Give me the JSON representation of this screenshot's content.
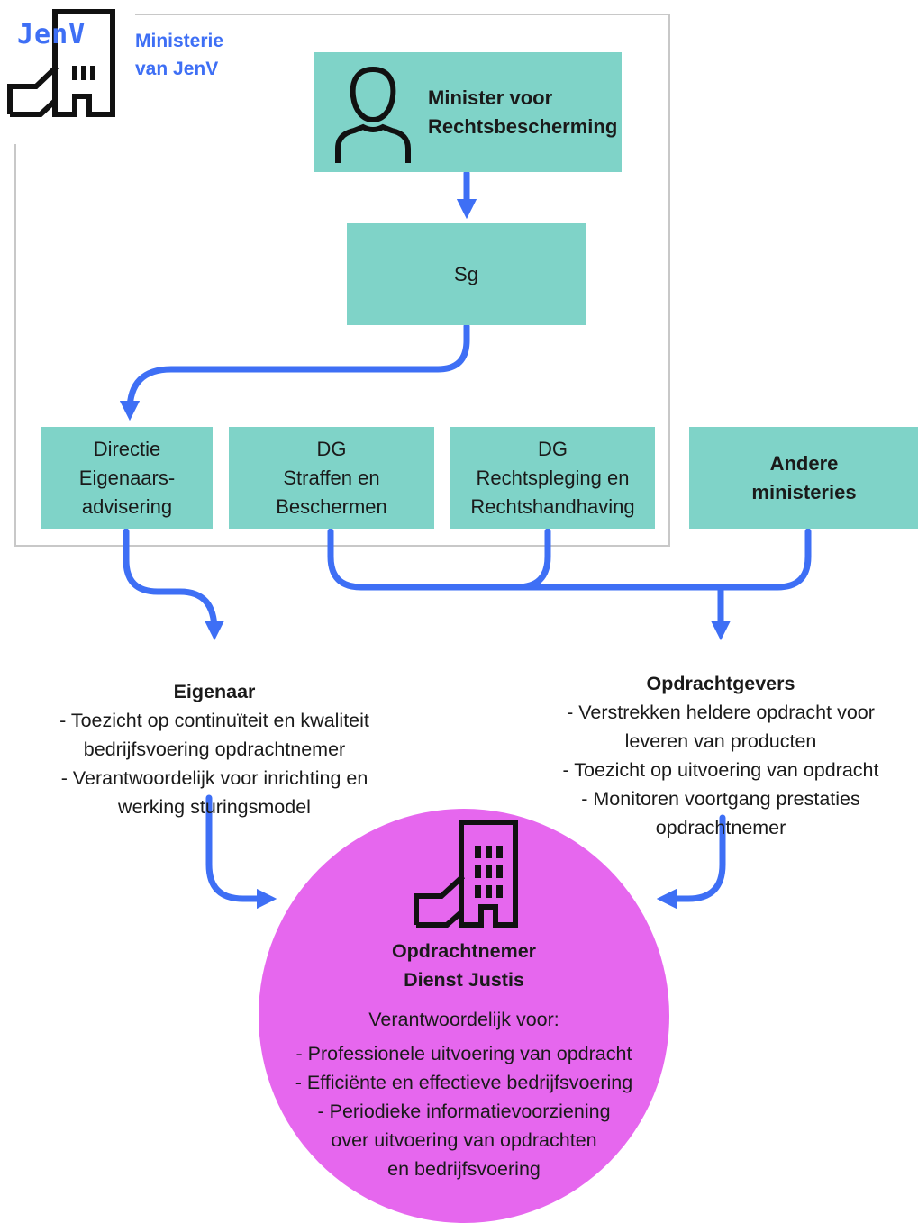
{
  "colors": {
    "accent_blue": "#3e6ff5",
    "box_teal": "#7fd3c8",
    "circle_magenta": "#e667ee",
    "frame_gray": "#c8c8c8"
  },
  "icons": {
    "logo": "building-icon",
    "minister": "person-icon",
    "contractor": "building-icon"
  },
  "ministry": {
    "logo_text": "JenV",
    "label": "Ministerie\nvan JenV"
  },
  "nodes": {
    "minister": "Minister voor\nRechtsbescherming",
    "sg": "Sg",
    "directie": "Directie\nEigenaars-\nadvisering",
    "dg_straffen": "DG\nStraffen en\nBeschermen",
    "dg_rechtspleging": "DG\nRechtspleging en\nRechtshandhaving",
    "andere": "Andere\nministeries"
  },
  "roles": {
    "eigenaar": {
      "title": "Eigenaar",
      "lines": "- Toezicht op continuïteit en kwaliteit\nbedrijfsvoering opdrachtnemer\n- Verantwoordelijk voor inrichting en\nwerking sturingsmodel"
    },
    "opdrachtgevers": {
      "title": "Opdrachtgevers",
      "lines": "-  Verstrekken heldere opdracht voor\nleveren van producten\n- Toezicht op uitvoering van opdracht\n- Monitoren voortgang prestaties\nopdrachtnemer"
    }
  },
  "opdrachtnemer": {
    "title": "Opdrachtnemer\nDienst Justis",
    "intro": "Verantwoordelijk voor:",
    "lines": "- Professionele uitvoering van opdracht\n - Efficiënte en effectieve bedrijfsvoering\n- Periodieke informatievoorziening\nover uitvoering van opdrachten\nen bedrijfsvoering"
  }
}
